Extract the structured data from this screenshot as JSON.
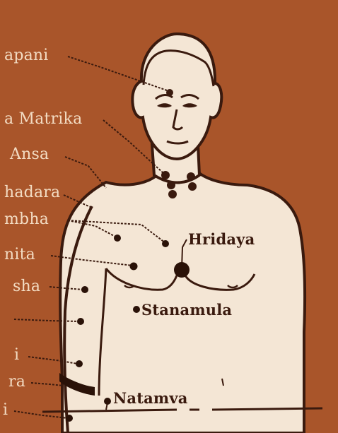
{
  "diagram": {
    "labels": {
      "left": [
        "apani",
        "a Matrika",
        "Ansa",
        "hadara",
        "mbha",
        "nita",
        "sha",
        "i",
        "ra",
        "i"
      ],
      "right": [
        "Hridaya",
        "Stanamula",
        "Natamva"
      ]
    },
    "colors": {
      "background": "#a9552a",
      "skin": "#f4e6d5",
      "ink": "#3a1a0e",
      "label_on_background": "#f3dcc3"
    }
  }
}
